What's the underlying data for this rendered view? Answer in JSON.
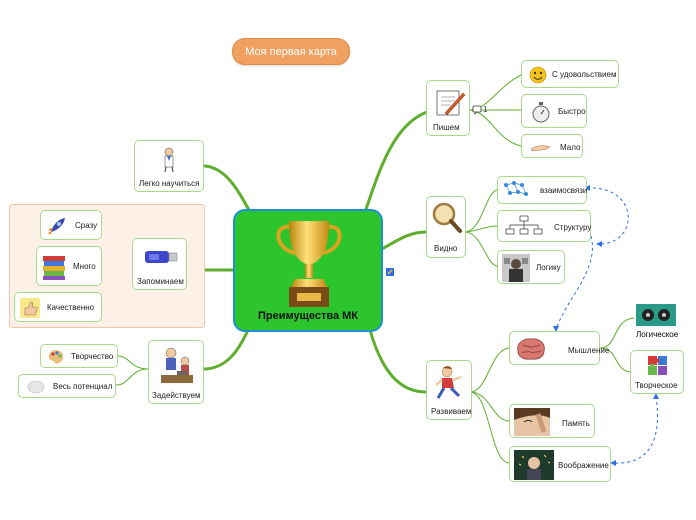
{
  "map_title": "Моя первая карта",
  "central": {
    "title": "Преимущества МК"
  },
  "left_branches": {
    "easy": "Легко научиться",
    "memorize": "Запоминаем",
    "memorize_children": [
      "Сразу",
      "Много",
      "Качественно"
    ],
    "engage": "Задействуем",
    "engage_children": [
      "Творчество",
      "Весь потенциал"
    ]
  },
  "right_branches": {
    "write": "Пишем",
    "write_comment_count": "1",
    "write_children": [
      "С удовольствием",
      "Быстро",
      "Мало"
    ],
    "see": "Видно",
    "see_children": [
      "взаимосвязи",
      "Структуру",
      "Логику"
    ],
    "develop": "Развиваем",
    "develop_children": [
      "Мышление",
      "Память",
      "Воображение"
    ],
    "thinking_children": [
      "Логическое",
      "Творческое"
    ]
  },
  "colors": {
    "branch": "#5fae2e",
    "node_border": "#a9d98a",
    "central_fill": "#2dc52d",
    "central_border": "#1e90d6",
    "title_pill": "#f0a060",
    "group_fill": "#fdf1e7",
    "relation": "#2f6fe6"
  }
}
